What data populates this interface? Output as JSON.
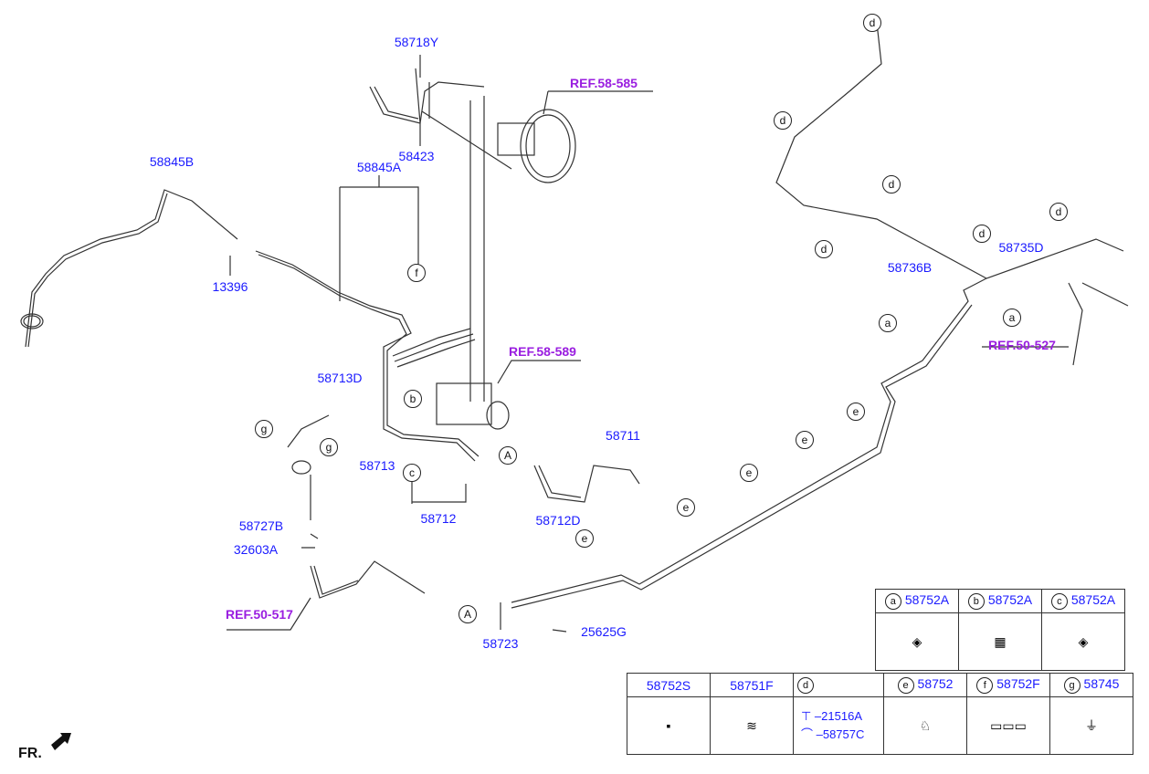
{
  "labels": [
    "58718Y",
    "58423",
    "58845B",
    "58845A",
    "13396",
    "58713D",
    "58713",
    "58712",
    "58711",
    "58712D",
    "58727B",
    "32603A",
    "58723",
    "25625G",
    "58736B",
    "58735D"
  ],
  "refs": [
    "REF.58-585",
    "REF.58-589",
    "REF.50-517",
    "REF.50-527"
  ],
  "callouts": {
    "a": "a",
    "b": "b",
    "c": "c",
    "d": "d",
    "e": "e",
    "f": "f",
    "g": "g",
    "A": "A"
  },
  "front_marker": "FR.",
  "legend": {
    "top": [
      {
        "letter": "a",
        "part": "58752A"
      },
      {
        "letter": "b",
        "part": "58752A"
      },
      {
        "letter": "c",
        "part": "58752A"
      }
    ],
    "bottom": [
      {
        "letter": "",
        "part": "58752S"
      },
      {
        "letter": "",
        "part": "58751F"
      },
      {
        "letter": "d",
        "part": "",
        "sub": [
          "21516A",
          "58757C"
        ]
      },
      {
        "letter": "e",
        "part": "58752"
      },
      {
        "letter": "f",
        "part": "58752F"
      },
      {
        "letter": "g",
        "part": "58745"
      }
    ]
  }
}
